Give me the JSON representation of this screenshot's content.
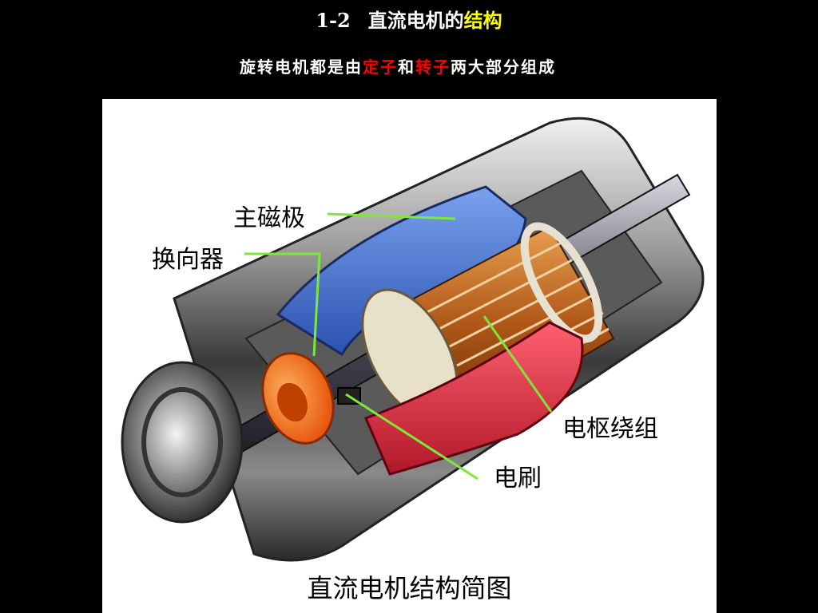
{
  "header": {
    "number": "1-2",
    "title_plain": "直流电机的",
    "title_highlight": "结构"
  },
  "subtitle": {
    "part1": "旋转电机都是由",
    "stator": "定子",
    "and": "和",
    "rotor": "转子",
    "part2": "两大部分组成"
  },
  "diagram": {
    "labels": {
      "main_pole": "主磁极",
      "commutator": "换向器",
      "armature_winding": "电枢绕组",
      "brush": "电刷"
    },
    "caption": "直流电机结构简图"
  },
  "colors": {
    "title_highlight": "#ffff00",
    "subtitle_highlight": "#ff0000",
    "leader_lines": "#7ee83a",
    "main_pole": "#3a6fd0",
    "armature": "#e23a4a",
    "commutator": "#ff7a1a"
  }
}
